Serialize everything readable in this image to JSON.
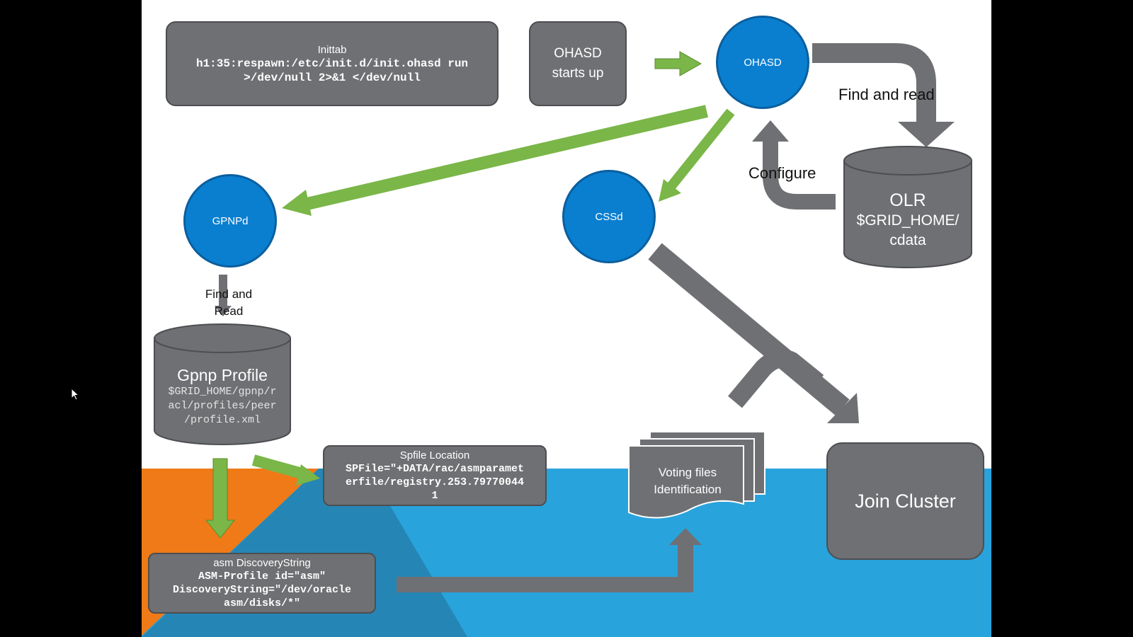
{
  "colors": {
    "box_fill": "#6f7073",
    "circle_fill": "#0a7fd0",
    "arrow_green": "#7ab648",
    "arrow_gray": "#6f7073",
    "band_orange": "#f07a17",
    "band_blue": "#29a3dc"
  },
  "inittab": {
    "title": "Inittab",
    "line1": "h1:35:respawn:/etc/init.d/init.ohasd run",
    "line2": ">/dev/null 2>&1 </dev/null"
  },
  "ohasd_start": {
    "label": "OHASD\nstarts up"
  },
  "ohasd_circle": {
    "label": "OHASD"
  },
  "gpnpd_circle": {
    "label": "GPNPd"
  },
  "cssd_circle": {
    "label": "CSSd"
  },
  "find_and_read_top": "Find and read",
  "configure_label": "Configure",
  "olr": {
    "title": "OLR",
    "path": "$GRID_HOME/\ncdata"
  },
  "find_and_read_left": "Find and\nRead",
  "gpnp_profile": {
    "title": "Gpnp Profile",
    "path": "$GRID_HOME/gpnp/r\nacl/profiles/peer\n/profile.xml"
  },
  "spfile": {
    "title": "Spfile Location",
    "value": "SPFile=\"+DATA/rac/asmparamet\nerfile/registry.253.79770044\n1"
  },
  "asm": {
    "title": "asm DiscoveryString",
    "value": "ASM-Profile id=\"asm\"\nDiscoveryString=\"/dev/oracle\nasm/disks/*\""
  },
  "voting": {
    "label": "Voting files\nIdentification"
  },
  "join_cluster": {
    "label": "Join Cluster"
  },
  "cursor_icon": "mouse-pointer-icon"
}
